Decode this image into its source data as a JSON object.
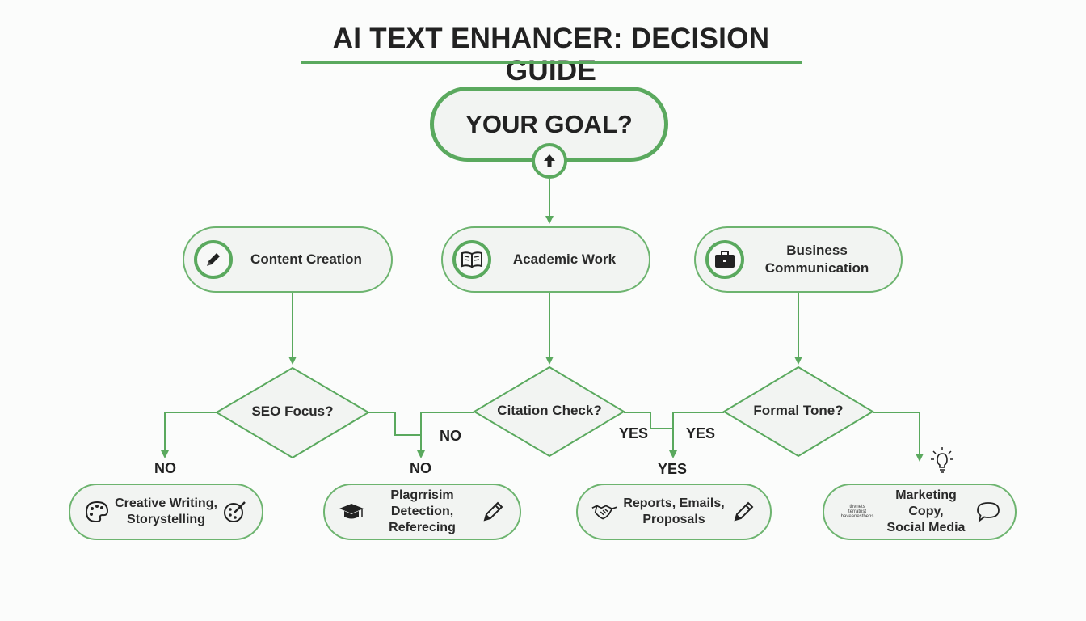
{
  "title": "AI TEXT ENHANCER: DECISION GUIDE",
  "start": {
    "label": "YOUR GOAL?",
    "icon": "arrow-up-icon"
  },
  "categories": [
    {
      "label": "Content Creation",
      "icon": "pen-icon"
    },
    {
      "label": "Academic Work",
      "icon": "book-icon"
    },
    {
      "label_line1": "Business",
      "label_line2": "Communication",
      "icon": "briefcase-icon"
    }
  ],
  "decisions": [
    {
      "label": "SEO Focus?"
    },
    {
      "label": "Citation Check?"
    },
    {
      "label": "Formal Tone?"
    }
  ],
  "edge_labels": {
    "seo_left": "NO",
    "seo_right_top": "NO",
    "seo_right_bottom": "NO",
    "citation_right": "YES",
    "formal_left_top": "YES",
    "formal_left_bottom": "YES"
  },
  "outcomes": [
    {
      "line1": "Creative Writing,",
      "line2": "Storystelling",
      "icon_left": "palette-icon",
      "icon_right": "paint-palette-brush-icon"
    },
    {
      "line1": "Plagrrisim Detection,",
      "line2": "Referecing",
      "icon_left": "graduation-cap-icon",
      "icon_right": "pencil-icon"
    },
    {
      "line1": "Reports, Emails,",
      "line2": "Proposals",
      "icon_left": "handshake-icon",
      "icon_right": "pencil-icon"
    },
    {
      "line1": "Marketing Copy,",
      "line2": "Social Media",
      "icon_left": "text-snippet-icon",
      "icon_right": "speech-bubble-icon",
      "snippet_lines": [
        "thvnets",
        "terratrist",
        "baveanestbens"
      ]
    }
  ],
  "extra_icons": {
    "above_marketing": "lightbulb-icon"
  },
  "colors": {
    "accent": "#5aa95e",
    "box_fill": "#f2f4f2",
    "text": "#222222"
  }
}
